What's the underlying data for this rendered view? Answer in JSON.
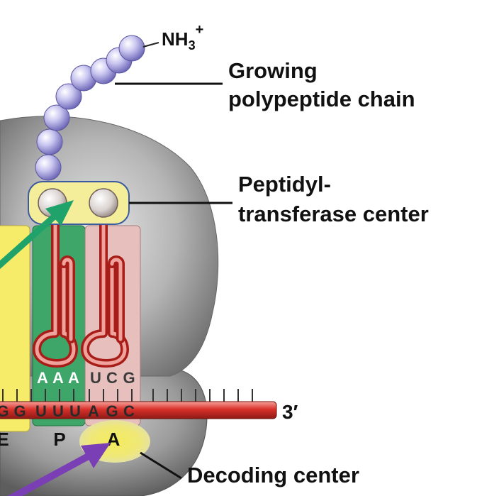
{
  "labels": {
    "amino_terminus": "NH",
    "amino_subscript": "3",
    "amino_superscript": "+",
    "growing_chain_line1": "Growing",
    "growing_chain_line2": "polypeptide chain",
    "ptc_line1": "Peptidyl-",
    "ptc_line2": "transferase center",
    "mrna_end": "3′",
    "decoding_center": "Decoding center"
  },
  "sites": {
    "E": "E",
    "P": "P",
    "A": "A"
  },
  "anticodons": {
    "p_site": [
      "A",
      "A",
      "A"
    ],
    "a_site": [
      "U",
      "C",
      "G"
    ]
  },
  "mrna_codons": {
    "e_site": [
      "G",
      "G"
    ],
    "p_site": [
      "U",
      "U",
      "U"
    ],
    "a_site": [
      "A",
      "G",
      "C"
    ]
  },
  "colors": {
    "ribosome": "#9b9b9b",
    "e_site": "#f7ec6a",
    "p_site": "#3fa66a",
    "a_site": "#e7c0bd",
    "mrna": "#d9312b",
    "peptide_bead": "#b7b3e6",
    "ptc_highlight": "#f4ee9a",
    "decoding_highlight": "#f0e66a",
    "green_arrow": "#1fa36b",
    "purple_arrow": "#7a3fb4"
  }
}
